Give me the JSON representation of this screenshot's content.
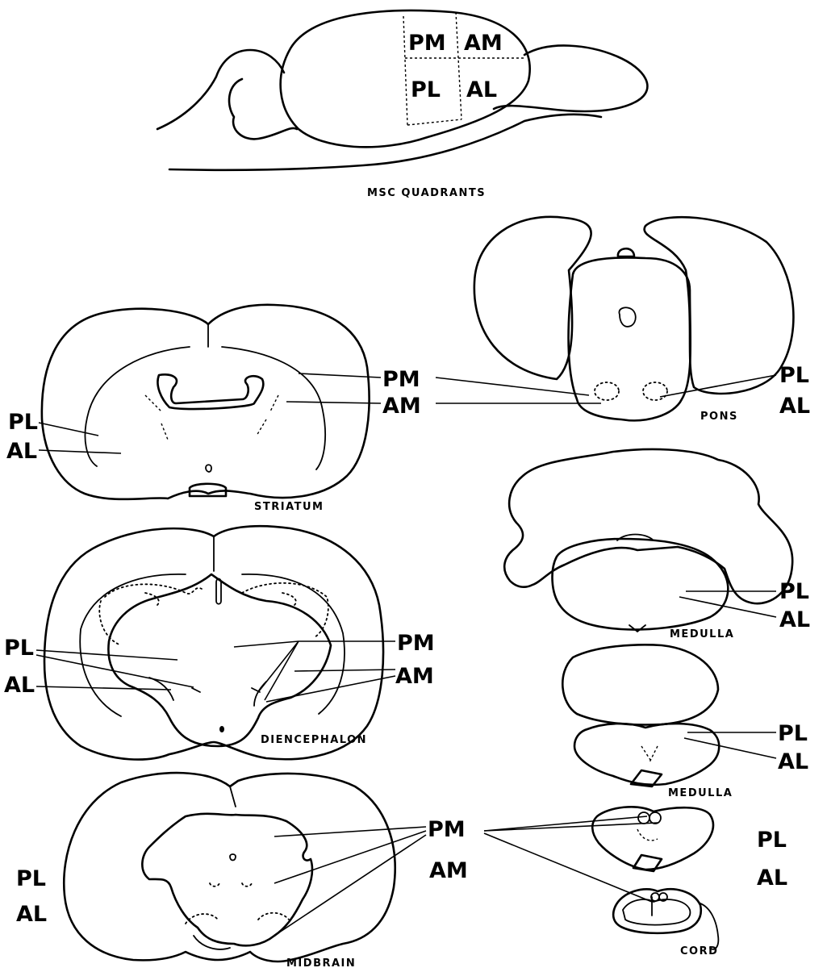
{
  "labels": {
    "pm": "PM",
    "am": "AM",
    "pl": "PL",
    "al": "AL"
  },
  "captions": {
    "msc_quadrants": "MSC QUADRANTS",
    "pons": "PONS",
    "striatum": "STRIATUM",
    "medulla": "MEDULLA",
    "diencephalon": "DIENCEPHALON",
    "midbrain": "MIDBRAIN",
    "cord": "CORD"
  }
}
